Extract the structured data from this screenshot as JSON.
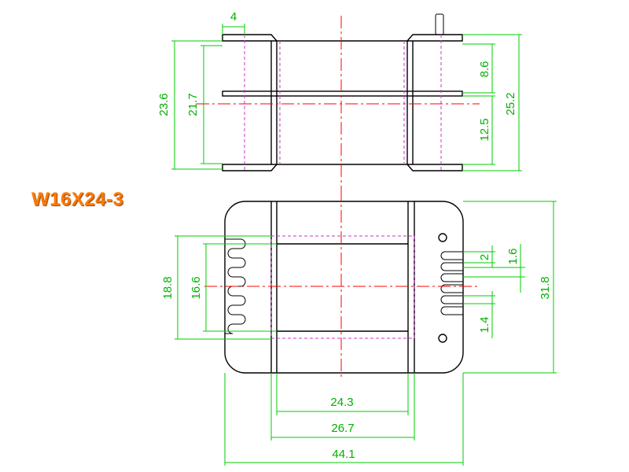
{
  "part_number": "W16X24-3",
  "colors": {
    "outline": "#000000",
    "dimension": "#00cc00",
    "center_line": "#ff0000",
    "hidden_line": "#cc33cc",
    "title": "#ff7a00"
  },
  "side_view": {
    "dimensions": {
      "flange_tab_width": "4",
      "overall_height_left": "23.6",
      "inner_height_left": "21.7",
      "upper_slot_height": "8.6",
      "overall_height_right": "25.2",
      "lower_slot_height": "12.5"
    }
  },
  "top_view": {
    "dimensions": {
      "window_height": "18.8",
      "inner_window_height": "16.6",
      "pin_slot_width": "2",
      "pin_pitch": "1.6",
      "overall_depth": "31.8",
      "pin_gap": "1.4",
      "core_window_width": "24.3",
      "flange_span": "26.7",
      "overall_width": "44.1"
    }
  }
}
